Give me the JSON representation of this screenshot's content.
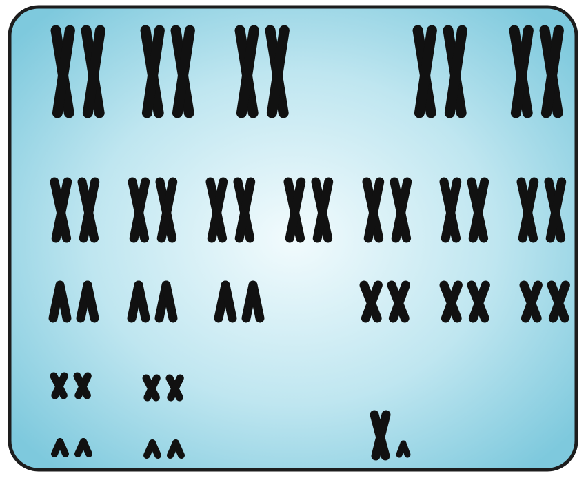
{
  "panel": {
    "background_center": "#f2fbfd",
    "background_edge": "#7ec9dd",
    "border_color": "#1d1d1d",
    "chromosome_color": "#111111"
  },
  "karyotype": {
    "rows": [
      {
        "name": "row-1-large",
        "pairs": [
          {
            "shape": "X-long"
          },
          {
            "shape": "X-long"
          },
          {
            "shape": "X-long"
          },
          {
            "shape": "X-long"
          },
          {
            "shape": "X-long"
          }
        ]
      },
      {
        "name": "row-2-medium",
        "pairs": [
          {
            "shape": "X-medium"
          },
          {
            "shape": "X-medium"
          },
          {
            "shape": "X-medium"
          },
          {
            "shape": "X-medium"
          },
          {
            "shape": "X-medium"
          },
          {
            "shape": "X-medium"
          },
          {
            "shape": "X-medium"
          }
        ]
      },
      {
        "name": "row-3-acrocentric-and-small",
        "pairs": [
          {
            "shape": "acrocentric"
          },
          {
            "shape": "acrocentric"
          },
          {
            "shape": "acrocentric"
          },
          {
            "shape": "X-small"
          },
          {
            "shape": "X-small"
          },
          {
            "shape": "X-small"
          }
        ]
      },
      {
        "name": "row-4-smallest-and-sex",
        "pairs": [
          {
            "shape": "X-tiny"
          },
          {
            "shape": "X-tiny"
          },
          {
            "shape": "acrocentric-tiny"
          },
          {
            "shape": "acrocentric-tiny"
          },
          {
            "shape": "sex-pair-XY"
          }
        ]
      }
    ]
  }
}
